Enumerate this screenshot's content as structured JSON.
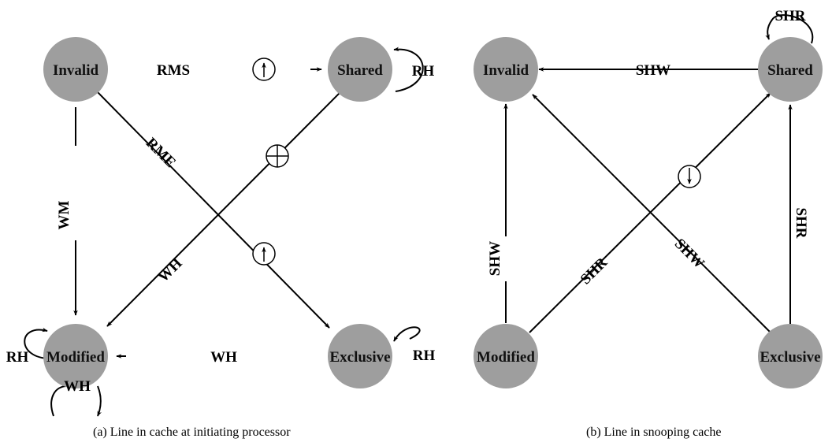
{
  "panel_a": {
    "caption": "(a) Line in cache at initiating processor",
    "states": {
      "invalid": "Invalid",
      "shared": "Shared",
      "modified": "Modified",
      "exclusive": "Exclusive"
    },
    "labels": {
      "rms": "RMS",
      "rh_shared": "RH",
      "rme": "RME",
      "wm": "WM",
      "wh_diag": "WH",
      "wh_mid": "WH",
      "wh_modified": "WH",
      "rh_modified": "RH",
      "rh_exclusive": "RH"
    }
  },
  "panel_b": {
    "caption": "(b) Line in snooping cache",
    "states": {
      "invalid": "Invalid",
      "shared": "Shared",
      "modified": "Modified",
      "exclusive": "Exclusive"
    },
    "labels": {
      "shr_top": "SHR",
      "shw_top": "SHW",
      "shw_left": "SHW",
      "shr_diag": "SHR",
      "shw_diag": "SHW",
      "shr_right": "SHR"
    }
  }
}
